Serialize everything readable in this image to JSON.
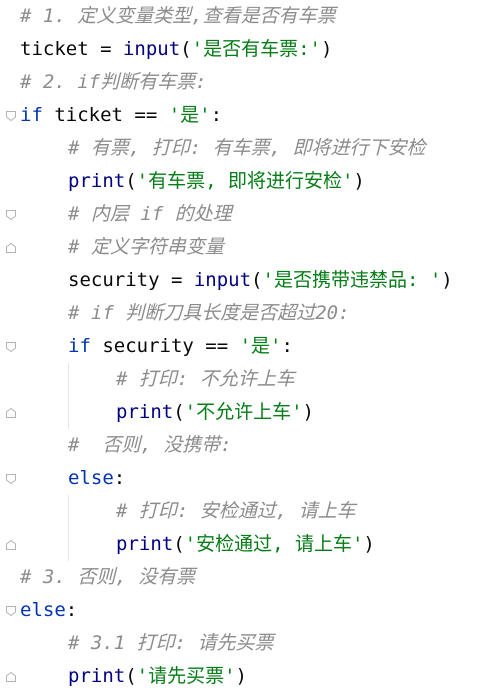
{
  "code_lines": [
    {
      "indent": 0,
      "fold": null,
      "tokens": [
        {
          "t": "# 1. 定义变量类型,查看是否有车票",
          "c": "cm"
        }
      ]
    },
    {
      "indent": 0,
      "fold": null,
      "tokens": [
        {
          "t": "ticket",
          "c": "var"
        },
        {
          "t": " = ",
          "c": "op"
        },
        {
          "t": "input",
          "c": "fn"
        },
        {
          "t": "(",
          "c": "op"
        },
        {
          "t": "'是否有车票:'",
          "c": "str"
        },
        {
          "t": ")",
          "c": "op"
        }
      ]
    },
    {
      "indent": 0,
      "fold": null,
      "tokens": [
        {
          "t": "# 2. if判断有车票:",
          "c": "cm"
        }
      ]
    },
    {
      "indent": 0,
      "fold": "open",
      "tokens": [
        {
          "t": "if",
          "c": "kw"
        },
        {
          "t": " ticket == ",
          "c": "var"
        },
        {
          "t": "'是'",
          "c": "str"
        },
        {
          "t": ":",
          "c": "op"
        }
      ]
    },
    {
      "indent": 1,
      "fold": null,
      "tokens": [
        {
          "t": "# 有票, 打印: 有车票, 即将进行下安检",
          "c": "cm"
        }
      ]
    },
    {
      "indent": 1,
      "fold": null,
      "tokens": [
        {
          "t": "print",
          "c": "fn"
        },
        {
          "t": "(",
          "c": "op"
        },
        {
          "t": "'有车票, 即将进行安检'",
          "c": "str"
        },
        {
          "t": ")",
          "c": "op"
        }
      ]
    },
    {
      "indent": 1,
      "fold": "open",
      "tokens": [
        {
          "t": "# 内层 if 的处理",
          "c": "cm"
        }
      ]
    },
    {
      "indent": 1,
      "fold": "close",
      "tokens": [
        {
          "t": "# 定义字符串变量",
          "c": "cm"
        }
      ]
    },
    {
      "indent": 1,
      "fold": null,
      "tokens": [
        {
          "t": "security",
          "c": "var"
        },
        {
          "t": " = ",
          "c": "op"
        },
        {
          "t": "input",
          "c": "fn"
        },
        {
          "t": "(",
          "c": "op"
        },
        {
          "t": "'是否携带违禁品: '",
          "c": "str"
        },
        {
          "t": ")",
          "c": "op"
        }
      ]
    },
    {
      "indent": 1,
      "fold": null,
      "tokens": [
        {
          "t": "# if 判断刀具长度是否超过20:",
          "c": "cm"
        }
      ]
    },
    {
      "indent": 1,
      "fold": "open",
      "tokens": [
        {
          "t": "if",
          "c": "kw"
        },
        {
          "t": " security == ",
          "c": "var"
        },
        {
          "t": "'是'",
          "c": "str"
        },
        {
          "t": ":",
          "c": "op"
        }
      ]
    },
    {
      "indent": 2,
      "fold": null,
      "tokens": [
        {
          "t": "# 打印: 不允许上车",
          "c": "cm"
        }
      ]
    },
    {
      "indent": 2,
      "fold": "close",
      "tokens": [
        {
          "t": "print",
          "c": "fn"
        },
        {
          "t": "(",
          "c": "op"
        },
        {
          "t": "'不允许上车'",
          "c": "str"
        },
        {
          "t": ")",
          "c": "op"
        }
      ]
    },
    {
      "indent": 1,
      "fold": null,
      "tokens": [
        {
          "t": "#  否则, 没携带:",
          "c": "cm"
        }
      ]
    },
    {
      "indent": 1,
      "fold": "open",
      "tokens": [
        {
          "t": "else",
          "c": "kw"
        },
        {
          "t": ":",
          "c": "op"
        }
      ]
    },
    {
      "indent": 2,
      "fold": null,
      "tokens": [
        {
          "t": "# 打印: 安检通过, 请上车",
          "c": "cm"
        }
      ]
    },
    {
      "indent": 2,
      "fold": "close",
      "tokens": [
        {
          "t": "print",
          "c": "fn"
        },
        {
          "t": "(",
          "c": "op"
        },
        {
          "t": "'安检通过, 请上车'",
          "c": "str"
        },
        {
          "t": ")",
          "c": "op"
        }
      ]
    },
    {
      "indent": 0,
      "fold": null,
      "tokens": [
        {
          "t": "# 3. 否则, 没有票",
          "c": "cm"
        }
      ]
    },
    {
      "indent": 0,
      "fold": "open",
      "tokens": [
        {
          "t": "else",
          "c": "kw"
        },
        {
          "t": ":",
          "c": "op"
        }
      ]
    },
    {
      "indent": 1,
      "fold": null,
      "tokens": [
        {
          "t": "# 3.1 打印: 请先买票",
          "c": "cm"
        }
      ]
    },
    {
      "indent": 1,
      "fold": "close",
      "tokens": [
        {
          "t": "print",
          "c": "fn"
        },
        {
          "t": "(",
          "c": "op"
        },
        {
          "t": "'请先买票'",
          "c": "str"
        },
        {
          "t": ")",
          "c": "op"
        }
      ]
    }
  ]
}
